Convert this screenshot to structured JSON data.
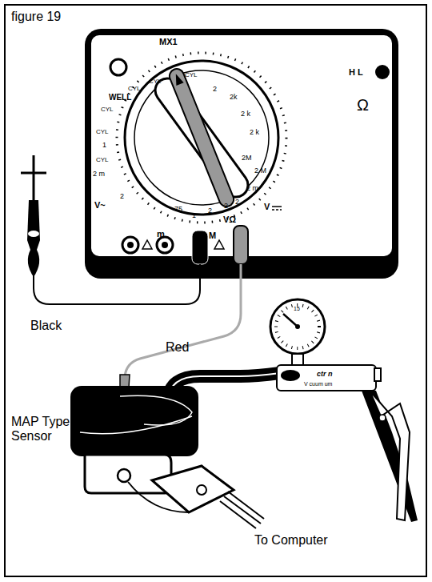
{
  "diagram": {
    "title": "figure 19",
    "labels": [
      "MX1",
      "H L",
      "WELL",
      "CYL",
      "CYL",
      "CYL",
      "CYL",
      "CYL",
      "CYL",
      "1",
      "2 m",
      "Ω",
      "2",
      "2k",
      "2 k",
      "2 k",
      "2M",
      "2 M",
      "2 m",
      "2",
      "V~",
      "2",
      "75",
      "1",
      "2",
      "2",
      "V",
      "m",
      "C M",
      "VΩ",
      "Black",
      "Red",
      "MAP Type Sensor",
      "To Computer",
      "ctr n",
      "V cuum um",
      "15"
    ]
  }
}
